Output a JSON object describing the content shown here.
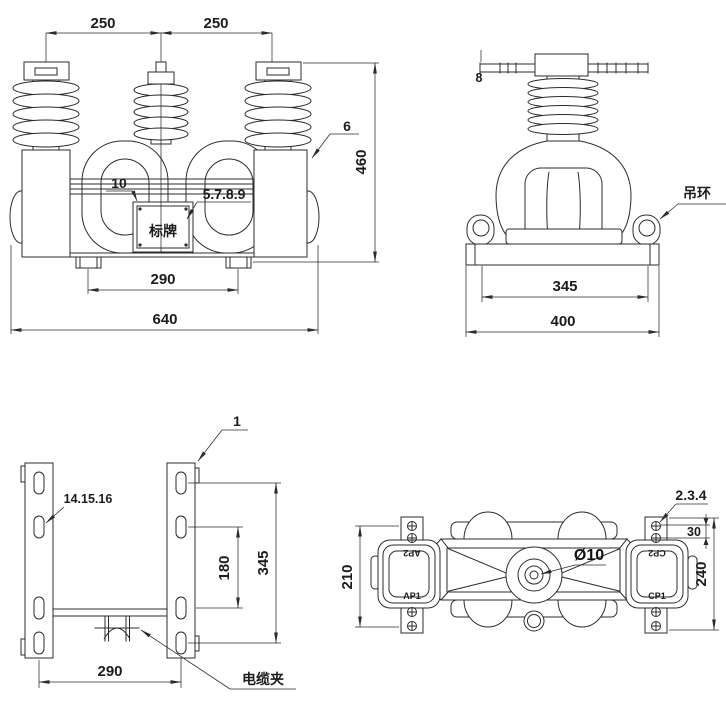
{
  "meta": {
    "ink_color": "#2b2b2b",
    "background": "#ffffff"
  },
  "front": {
    "dim_spacing_left": "250",
    "dim_spacing_right": "250",
    "dim_height": "460",
    "dim_foot_span": "290",
    "dim_total_width": "640",
    "callout_6": "6",
    "callout_10": "10",
    "callout_group": "5.7.8.9",
    "nameplate": "标牌"
  },
  "side": {
    "callout_8": "8",
    "lifting_ring": "吊环",
    "dim_inner": "345",
    "dim_width": "400"
  },
  "bracket": {
    "callout_1": "1",
    "callout_group": "14.15.16",
    "dim_inner": "180",
    "dim_span": "345",
    "dim_width": "290",
    "cable_clamp": "电缆夹"
  },
  "top": {
    "callout_group": "2.3.4",
    "dim_screw_gap": "30",
    "dim_right": "240",
    "dim_left": "210",
    "dim_hole": "Ø10",
    "terminal_ap1": "AP1",
    "terminal_ap2": "AP2",
    "terminal_cp1": "CP1",
    "terminal_cp2": "CP2"
  }
}
